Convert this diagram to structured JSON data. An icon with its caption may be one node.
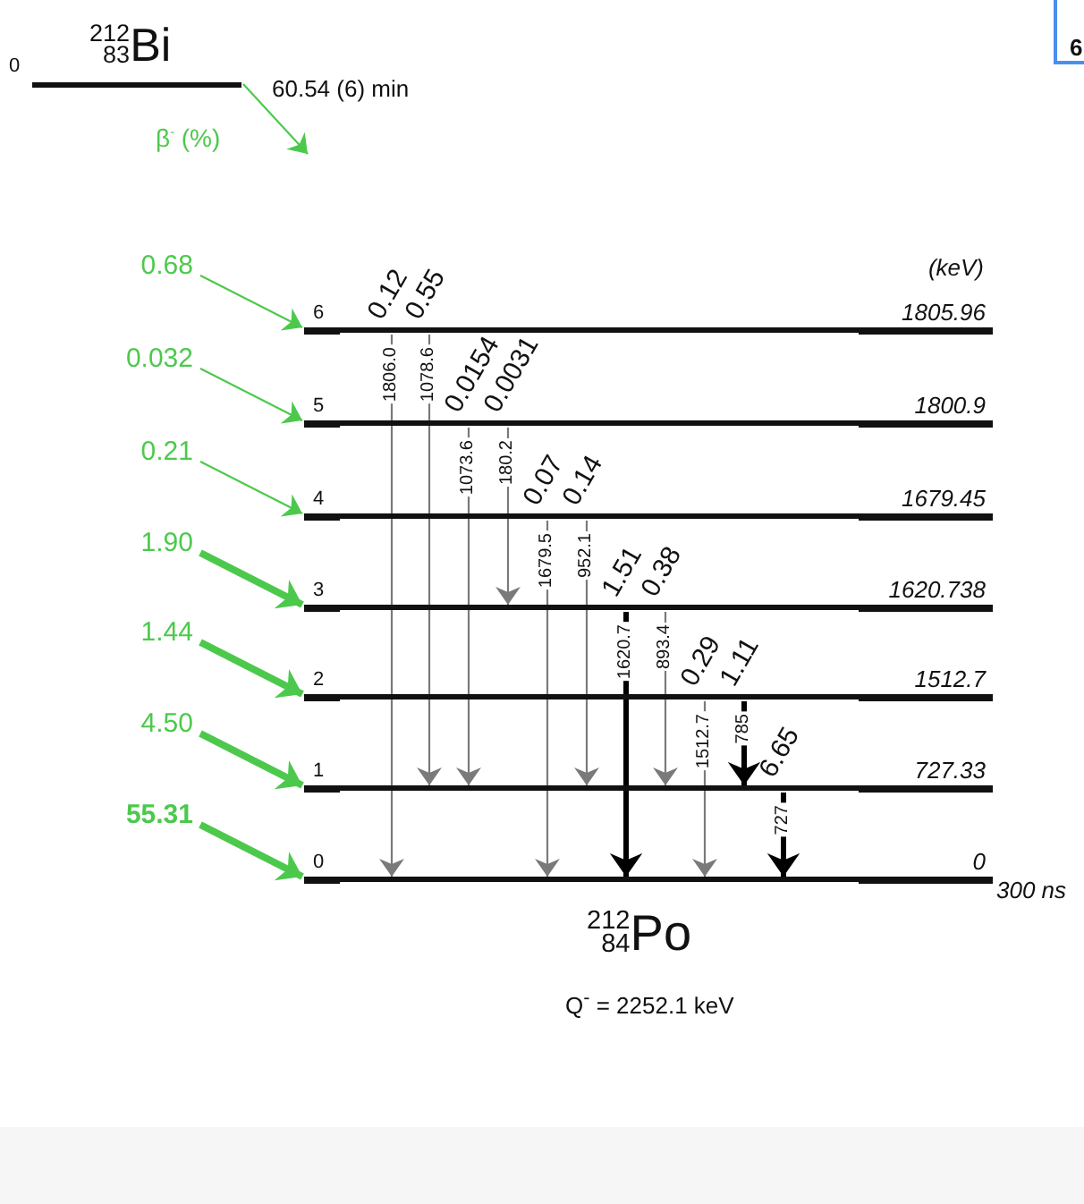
{
  "diagram": {
    "nodes": [
      {
        "text": [],
        "shape": "bar",
        "beside": [
          "0",
          "$^{212}$$_{83}$Bi",
          "60.54 (6) min"
        ]
      },
      {
        "text": [],
        "shape": "bar",
        "beside": [
          "6",
          "1805.96"
        ]
      },
      {
        "text": [],
        "shape": "bar",
        "beside": [
          "5",
          "1800.9"
        ]
      },
      {
        "text": [],
        "shape": "bar",
        "beside": [
          "4",
          "1679.45"
        ]
      },
      {
        "text": [],
        "shape": "bar",
        "beside": [
          "3",
          "1620.738"
        ]
      },
      {
        "text": [],
        "shape": "bar",
        "beside": [
          "2",
          "1512.7"
        ]
      },
      {
        "text": [],
        "shape": "bar",
        "beside": [
          "1",
          "727.33"
        ]
      },
      {
        "text": [],
        "shape": "bar",
        "beside": [
          "0",
          "0",
          "300 ns"
        ]
      },
      {
        "text": [
          "6"
        ]
      }
    ],
    "edges": [
      {
        "from": 0,
        "to": null,
        "arrow": "to",
        "label": "β$^{-}$ (%)",
        "color": "#4cc94c"
      },
      {
        "from": null,
        "to": 1,
        "arrow": "to",
        "label": "0.68",
        "color": "#4cc94c"
      },
      {
        "from": null,
        "to": 2,
        "arrow": "to",
        "label": "0.032",
        "color": "#4cc94c"
      },
      {
        "from": null,
        "to": 3,
        "arrow": "to",
        "label": "0.21",
        "color": "#4cc94c"
      },
      {
        "from": null,
        "to": 4,
        "arrow": "to",
        "label": "1.90",
        "color": "#4cc94c",
        "style": "thick"
      },
      {
        "from": null,
        "to": 5,
        "arrow": "to",
        "label": "1.44",
        "color": "#4cc94c",
        "style": "thick"
      },
      {
        "from": null,
        "to": 6,
        "arrow": "to",
        "label": "4.50",
        "color": "#4cc94c",
        "style": "thick"
      },
      {
        "from": null,
        "to": 7,
        "arrow": "to",
        "label": "55.31",
        "color": "#4cc94c",
        "style": "thick"
      },
      {
        "from": 1,
        "to": 7,
        "arrow": "to",
        "label": "1806.0"
      },
      {
        "from": 1,
        "to": 6,
        "arrow": "to",
        "label": "1078.6"
      },
      {
        "from": 2,
        "to": 6,
        "arrow": "to",
        "label": "1073.6"
      },
      {
        "from": 2,
        "to": 4,
        "arrow": "to",
        "label": "180.2"
      },
      {
        "from": 3,
        "to": 7,
        "arrow": "to",
        "label": "1679.5"
      },
      {
        "from": 3,
        "to": 6,
        "arrow": "to",
        "label": "952.1"
      },
      {
        "from": 4,
        "to": 7,
        "arrow": "to",
        "label": "1620.7",
        "style": "thick",
        "color": "#000000"
      },
      {
        "from": 4,
        "to": 6,
        "arrow": "to",
        "label": "893.4"
      },
      {
        "from": 5,
        "to": 7,
        "arrow": "to",
        "label": "1512.7"
      },
      {
        "from": 5,
        "to": 6,
        "arrow": "to",
        "label": "785",
        "style": "thick",
        "color": "#000000"
      },
      {
        "from": 6,
        "to": 7,
        "arrow": "to",
        "label": "727",
        "style": "thick",
        "color": "#000000"
      }
    ],
    "labels": [
      "(keV)",
      "0.12",
      "0.55",
      "0.0154",
      "0.0031",
      "0.07",
      "0.14",
      "1.51",
      "0.38",
      "0.29",
      "1.11",
      "6.65",
      "$^{212}$$_{84}$Po",
      "Q$^{-}$ = 2252.1 keV"
    ]
  }
}
